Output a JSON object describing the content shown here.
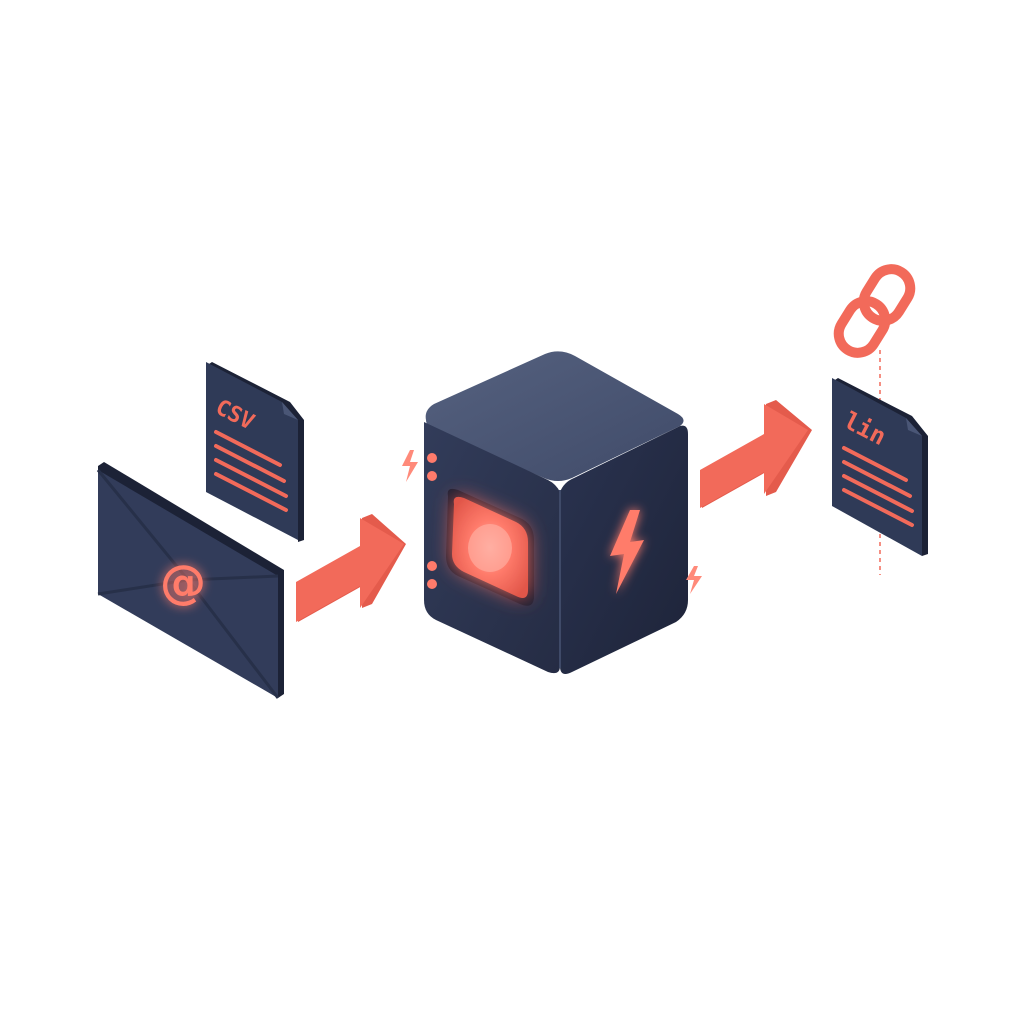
{
  "colors": {
    "background": "#ffffff",
    "navy_dark": "#232a41",
    "navy_mid": "#2f3a57",
    "navy_top": "#4a5676",
    "navy_side": "#39435f",
    "accent": "#f26a5a",
    "accent_light": "#ff8d7f",
    "accent_glow": "#ff6e5f"
  },
  "flow": {
    "inputs": [
      {
        "name": "csv-file",
        "icon": "csv-document-icon",
        "label": "CSV"
      },
      {
        "name": "email",
        "icon": "at-sign-icon",
        "label": "@"
      }
    ],
    "processor": {
      "name": "processing-cube",
      "icons": [
        "glowing-core-icon",
        "lightning-bolt-icon",
        "spark-icon"
      ]
    },
    "output": {
      "name": "linkedin-document",
      "icon": "linkedin-document-icon",
      "label": "lin",
      "link_icon": "chain-link-icon"
    }
  }
}
